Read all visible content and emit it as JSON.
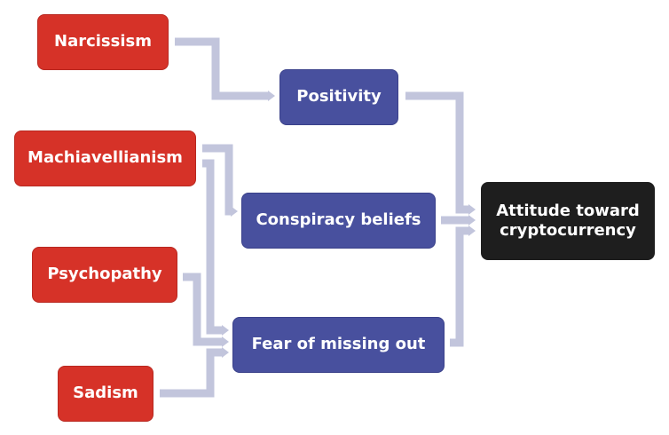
{
  "traits": [
    "Narcissism",
    "Machiavellianism",
    "Psychopathy",
    "Sadism"
  ],
  "mediators": [
    "Positivity",
    "Conspiracy beliefs",
    "Fear of missing out"
  ],
  "outcome": {
    "line1": "Attitude toward",
    "line2": "cryptocurrency"
  },
  "colors": {
    "trait": "#d63228",
    "mediator": "#48509e",
    "outcome": "#1e1e1e",
    "connector": "#c2c5dc"
  },
  "links": [
    {
      "from": "Narcissism",
      "to": "Positivity"
    },
    {
      "from": "Machiavellianism",
      "to": "Conspiracy beliefs"
    },
    {
      "from": "Machiavellianism",
      "to": "Fear of missing out"
    },
    {
      "from": "Psychopathy",
      "to": "Fear of missing out"
    },
    {
      "from": "Sadism",
      "to": "Fear of missing out"
    },
    {
      "from": "Positivity",
      "to": "Attitude toward cryptocurrency"
    },
    {
      "from": "Conspiracy beliefs",
      "to": "Attitude toward cryptocurrency"
    },
    {
      "from": "Fear of missing out",
      "to": "Attitude toward cryptocurrency"
    }
  ]
}
